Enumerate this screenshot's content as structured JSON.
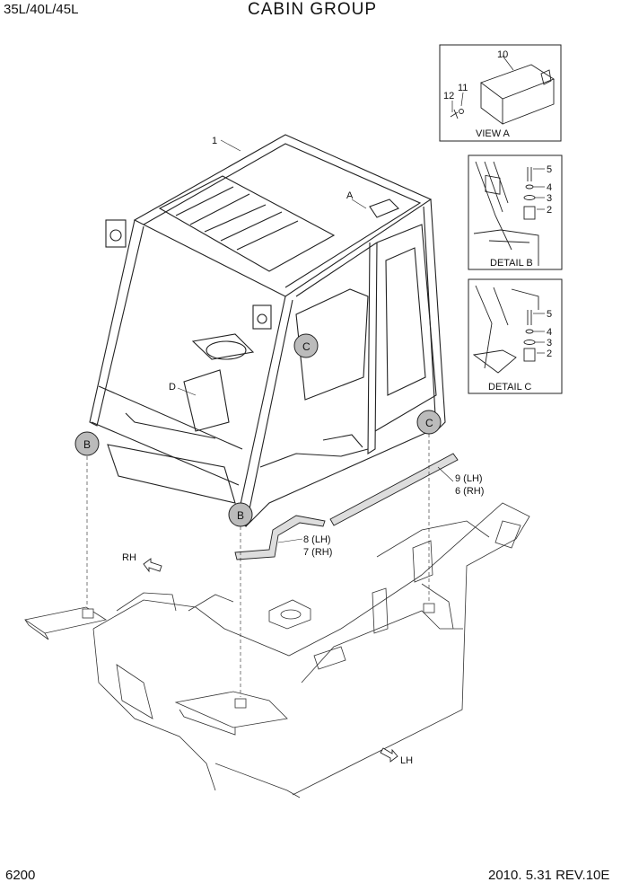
{
  "header": {
    "model": "35L/40L/45L",
    "title": "CABIN GROUP"
  },
  "footer": {
    "page_number": "6200",
    "revision": "2010. 5.31  REV.10E"
  },
  "callouts": {
    "c1": "1",
    "c2a": "2",
    "c3a": "3",
    "c4a": "4",
    "c5a": "5",
    "c2b": "2",
    "c3b": "3",
    "c4b": "4",
    "c5b": "5",
    "c10": "10",
    "c11": "11",
    "c12": "12",
    "c9lh": "9 (LH)",
    "c6rh": "6 (RH)",
    "c8lh": "8 (LH)",
    "c7rh": "7 (RH)",
    "a": "A",
    "d": "D",
    "rh": "RH",
    "lh": "LH"
  },
  "views": {
    "view_a": "VIEW A",
    "detail_b": "DETAIL B",
    "detail_c": "DETAIL C"
  },
  "detail_markers": {
    "b1": "B",
    "b2": "B",
    "c1": "C",
    "c2": "C"
  }
}
